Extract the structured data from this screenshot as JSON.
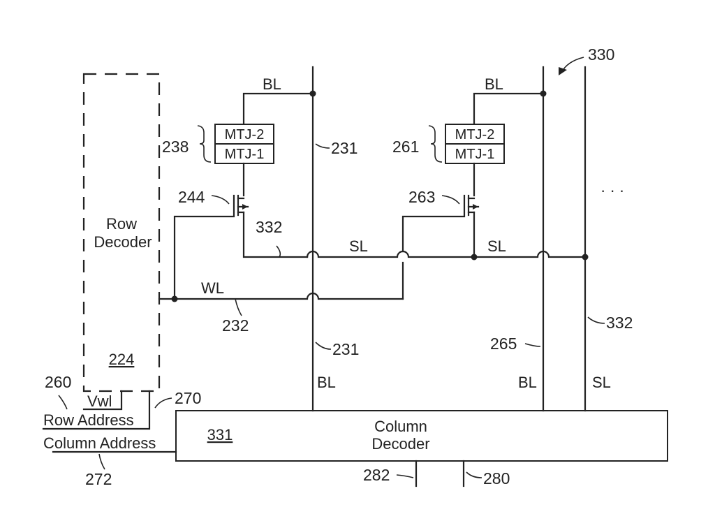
{
  "colors": {
    "ink": "#222222",
    "background": "#ffffff"
  },
  "blocks": {
    "row_decoder": {
      "label_line1": "Row",
      "label_line2": "Decoder",
      "ref": "224"
    },
    "column_decoder": {
      "label_line1": "Column",
      "label_line2": "Decoder",
      "ref": "331"
    }
  },
  "cells": [
    {
      "group_ref": "238",
      "mtj_top": "MTJ-2",
      "mtj_bottom": "MTJ-1",
      "transistor_ref": "244",
      "bitline_label": "BL",
      "bitline_ref": "231"
    },
    {
      "group_ref": "261",
      "mtj_top": "MTJ-2",
      "mtj_bottom": "MTJ-1",
      "transistor_ref": "263",
      "bitline_label": "BL"
    }
  ],
  "lines": {
    "source_line_label": "SL",
    "source_line_ref": "332",
    "word_line_label": "WL",
    "word_line_ref": "232",
    "bitline_label": "BL",
    "bitline_ref_1": "231",
    "bitline_ref_2": "265",
    "vertical_sl_label": "SL",
    "vertical_sl_ref": "332"
  },
  "signals": {
    "vwl": "Vwl",
    "vwl_ref": "260",
    "row_address": "Row Address",
    "row_address_ref": "270",
    "column_address": "Column Address",
    "column_address_ref": "272",
    "out_ref_1": "282",
    "out_ref_2": "280"
  },
  "figure_ref": "330",
  "ellipsis": "· · ·"
}
